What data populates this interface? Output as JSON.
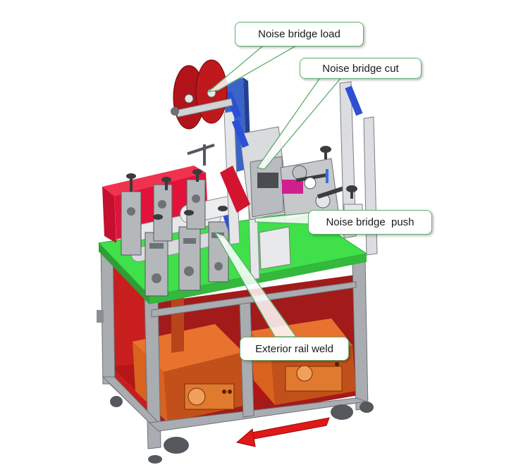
{
  "callouts": {
    "load": "Noise bridge load",
    "cut": "Noise bridge cut",
    "push": "Noise bridge  push",
    "weld": "Exterior rail weld"
  },
  "colors": {
    "frame": "#a9adb1",
    "frame_dark": "#6e7276",
    "deck_green": "#3fe04a",
    "red_housing": "#e3123a",
    "panel_red": "#c81e1e",
    "ultrasonic_orange": "#d2561c",
    "reel_red": "#c0181c",
    "blue_roller": "#2d4fd6",
    "arrow_red": "#e01818",
    "callout_border": "#5fae6e"
  }
}
